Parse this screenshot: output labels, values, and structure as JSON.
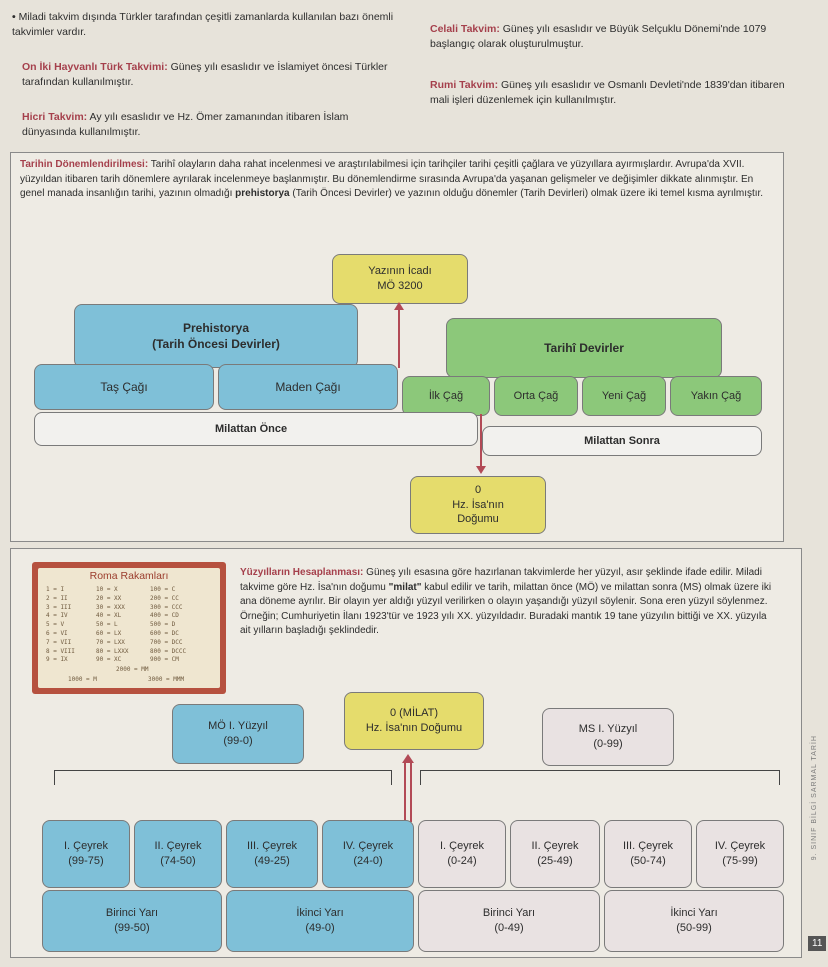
{
  "top": {
    "intro": "Miladi takvim dışında Türkler tarafından çeşitli zamanlarda kullanılan bazı önemli takvimler vardır.",
    "hayvanli_label": "On İki Hayvanlı Türk Takvimi:",
    "hayvanli_text": "Güneş yılı esaslıdır ve İslamiyet öncesi Türkler tarafından kullanılmıştır.",
    "hicri_label": "Hicri Takvim:",
    "hicri_text": "Ay yılı esaslıdır ve Hz. Ömer zamanından itibaren İslam dünyasında kullanılmıştır.",
    "celali_label": "Celali Takvim:",
    "celali_text": "Güneş yılı esaslıdır ve Büyük Selçuklu Dönemi'nde 1079 başlangıç olarak oluşturulmuştur.",
    "rumi_label": "Rumi Takvim:",
    "rumi_text": "Güneş yılı esaslıdır ve Osmanlı Devleti'nde 1839'dan itibaren mali işleri düzenlemek için kullanılmıştır."
  },
  "section1": {
    "title": "Tarihin Dönemlendirilmesi:",
    "text": "Tarihî olayların daha rahat incelenmesi ve araştırılabilmesi için tarihçiler tarihi çeşitli çağlara ve yüzyıllara ayırmışlardır. Avrupa'da XVII. yüzyıldan itibaren tarih dönemlere ayrılarak incelenmeye başlanmıştır. Bu dönemlendirme sırasında Avrupa'da yaşanan gelişmeler ve değişimler dikkate alınmıştır. En genel manada insanlığın tarihi, yazının olmadığı",
    "text_bold": "prehistorya",
    "text_end": "(Tarih Öncesi Devirler) ve yazının olduğu dönemler (Tarih Devirleri) olmak üzere iki temel kısma ayrılmıştır.",
    "yazi": "Yazının İcadı\nMÖ 3200",
    "prehistorya": "Prehistorya\n(Tarih Öncesi Devirler)",
    "tarihi": "Tarihî Devirler",
    "tas": "Taş Çağı",
    "maden": "Maden Çağı",
    "ilk": "İlk Çağ",
    "orta": "Orta Çağ",
    "yeni": "Yeni Çağ",
    "yakin": "Yakın Çağ",
    "once": "Milattan Önce",
    "sonra": "Milattan Sonra",
    "isa": "0\nHz. İsa'nın\nDoğumu"
  },
  "section2": {
    "roman_title": "Roma Rakamları",
    "roman_rows": [
      [
        "1 = I",
        "10 = X",
        "100 = C"
      ],
      [
        "2 = II",
        "20 = XX",
        "200 = CC"
      ],
      [
        "3 = III",
        "30 = XXX",
        "300 = CCC"
      ],
      [
        "4 = IV",
        "40 = XL",
        "400 = CD"
      ],
      [
        "5 = V",
        "50 = L",
        "500 = D"
      ],
      [
        "6 = VI",
        "60 = LX",
        "600 = DC"
      ],
      [
        "7 = VII",
        "70 = LXX",
        "700 = DCC"
      ],
      [
        "8 = VIII",
        "80 = LXXX",
        "800 = DCCC"
      ],
      [
        "9 = IX",
        "90 = XC",
        "900 = CM"
      ]
    ],
    "roman_extra1": "2000 = MM",
    "roman_extra2a": "1000 = M",
    "roman_extra2b": "3000 = MMM",
    "title": "Yüzyılların Hesaplanması:",
    "text1": "Güneş yılı esasına göre hazırlanan takvimlerde her yüzyıl, asır şeklinde ifade edilir. Miladi takvime göre Hz. İsa'nın doğumu",
    "milat": "\"milat\"",
    "text2": "kabul edilir ve tarih, milattan önce (MÖ) ve milattan sonra (MS) olmak üzere iki ana döneme ayrılır. Bir olayın yer aldığı yüzyıl verilirken o olayın yaşandığı yüzyıl söylenir. Sona eren yüzyıl söylenmez. Örneğin; Cumhuriyetin İlanı 1923'tür ve 1923 yılı XX. yüzyıldadır. Buradaki mantık 19 tane yüzyılın bittiği ve XX. yüzyıla ait yılların başladığı şeklindedir.",
    "mo_yuzyil": "MÖ I. Yüzyıl\n(99-0)",
    "milat_box": "0 (MİLAT)\nHz. İsa'nın Doğumu",
    "ms_yuzyil": "MS I. Yüzyıl\n(0-99)",
    "ceyrekler_mo": [
      "I. Çeyrek\n(99-75)",
      "II. Çeyrek\n(74-50)",
      "III. Çeyrek\n(49-25)",
      "IV. Çeyrek\n(24-0)"
    ],
    "ceyrekler_ms": [
      "I. Çeyrek\n(0-24)",
      "II. Çeyrek\n(25-49)",
      "III. Çeyrek\n(50-74)",
      "IV. Çeyrek\n(75-99)"
    ],
    "yarilar_mo": [
      "Birinci Yarı\n(99-50)",
      "İkinci Yarı\n(49-0)"
    ],
    "yarilar_ms": [
      "Birinci Yarı\n(0-49)",
      "İkinci Yarı\n(50-99)"
    ]
  },
  "side_text": "9. SINIF BİLGİ SARMAL TARİH",
  "page_number": "11"
}
